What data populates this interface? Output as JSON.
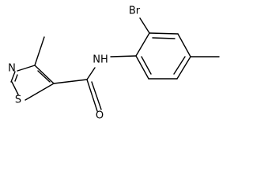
{
  "structure": {
    "atoms": {
      "bromine": "Br",
      "amide_nitrogen": "NH",
      "thiazole_nitrogen": "N",
      "sulfur": "S",
      "carbonyl_oxygen": "O"
    }
  }
}
